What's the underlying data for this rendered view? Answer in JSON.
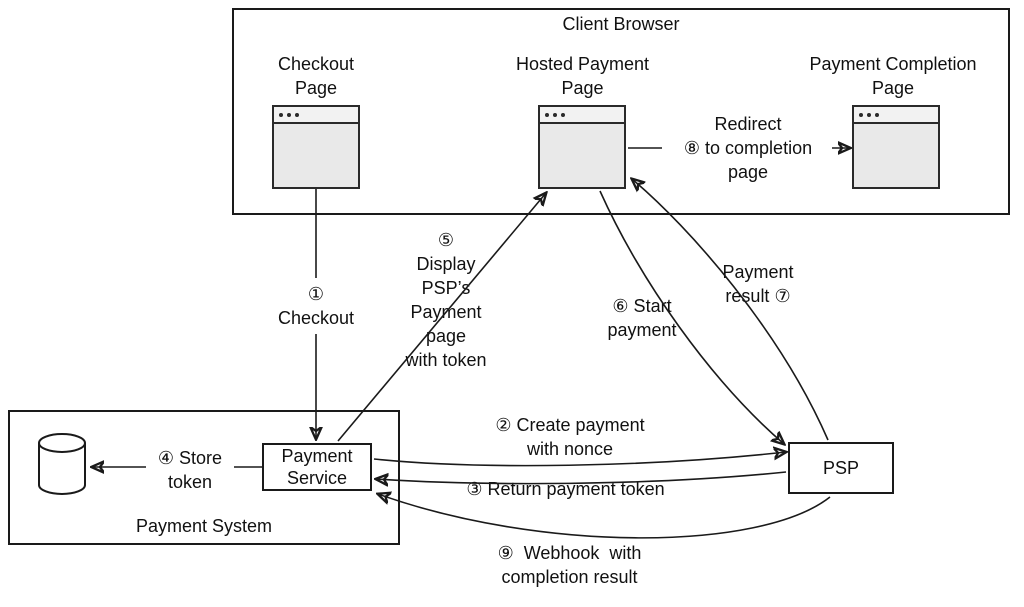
{
  "diagram": {
    "client_browser": {
      "title": "Client Browser",
      "pages": {
        "checkout": "Checkout\nPage",
        "hosted": "Hosted Payment\nPage",
        "completion": "Payment Completion\nPage"
      }
    },
    "payment_system": {
      "title": "Payment System",
      "service": "Payment\nService"
    },
    "psp": "PSP",
    "arrows": {
      "checkout": "①\nCheckout",
      "create_payment": "② Create payment\nwith nonce",
      "return_token": "③ Return payment token",
      "store_token": "④ Store\ntoken",
      "display_page": "⑤\nDisplay\nPSP’s\nPayment\npage\nwith token",
      "start_payment": "⑥ Start\npayment",
      "payment_result": "Payment\nresult ⑦",
      "redirect": "Redirect\n⑧ to completion\npage",
      "webhook": "⑨  Webhook  with\ncompletion result"
    },
    "colors": {
      "line": "#1a1a1a",
      "window_fill": "#e9e9e9"
    }
  }
}
